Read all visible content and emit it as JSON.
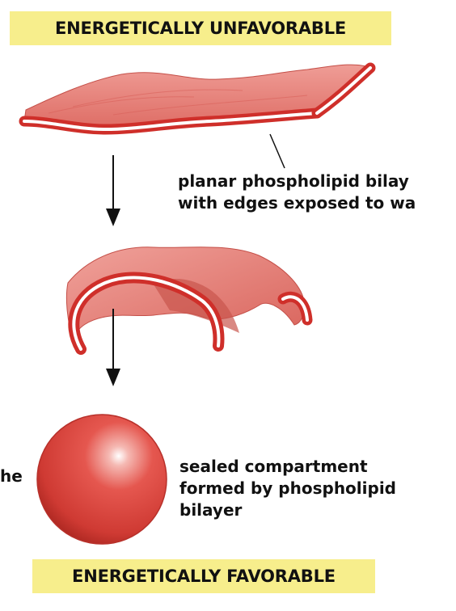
{
  "top_banner": "ENERGETICALLY UNFAVORABLE",
  "bottom_banner": "ENERGETICALLY FAVORABLE",
  "planar_label": {
    "line1": "planar phospholipid bilay",
    "line2": "with edges exposed to wa"
  },
  "sealed_label": {
    "line1": "sealed compartment",
    "line2": "formed by phospholipid",
    "line3": "bilayer"
  },
  "edge_text": "he",
  "colors": {
    "banner": "#f7ee8c",
    "sheet": "#e77a72",
    "sheet_dark": "#c94840",
    "bilayer_edge": "#cf2f2a",
    "sphere": "#e0463f"
  }
}
